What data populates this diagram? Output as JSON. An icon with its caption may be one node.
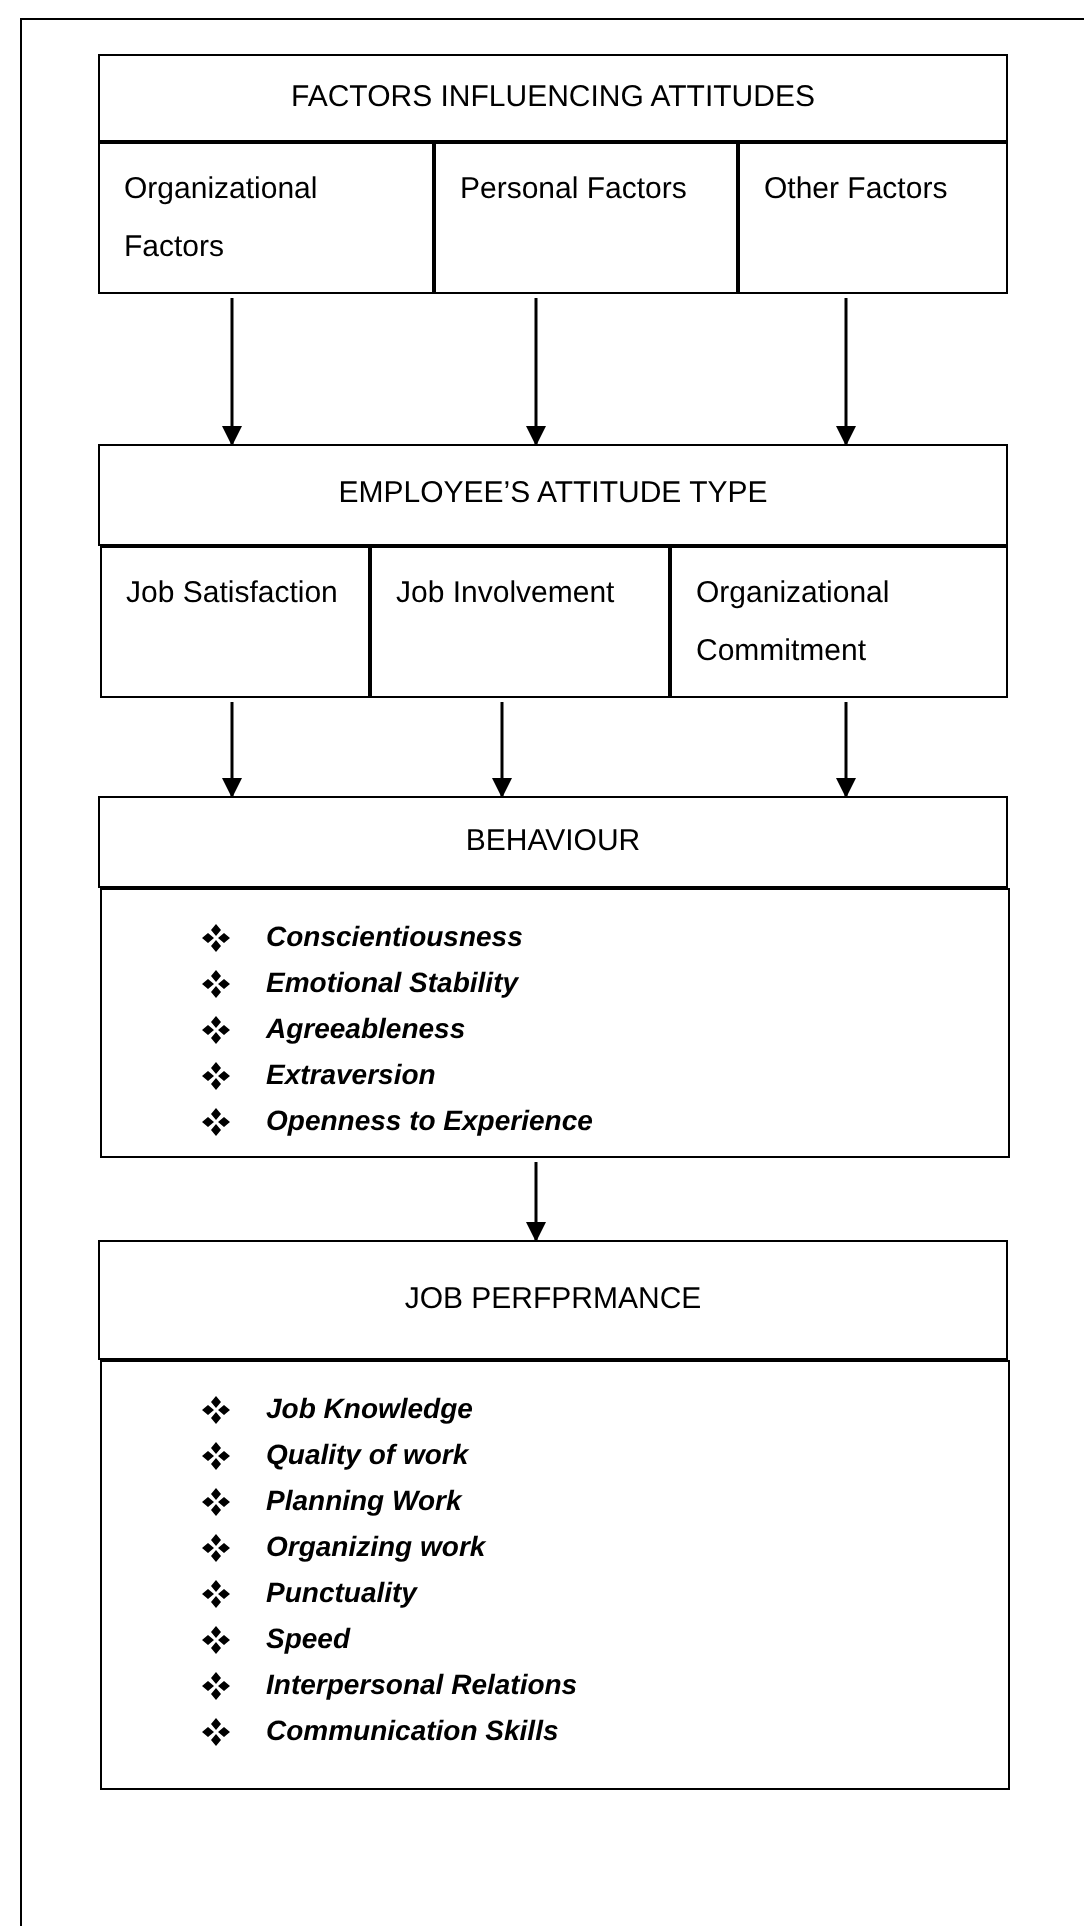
{
  "diagram": {
    "nodes": [
      {
        "text": [
          "FACTORS INFLUENCING ATTITUDES"
        ]
      },
      {
        "text": [
          "Organizational Factors"
        ]
      },
      {
        "text": [
          "Personal Factors"
        ]
      },
      {
        "text": [
          "Other Factors"
        ]
      },
      {
        "text": [
          "EMPLOYEE’S ATTITUDE TYPE"
        ]
      },
      {
        "text": [
          "Job Satisfaction"
        ]
      },
      {
        "text": [
          "Job Involvement"
        ]
      },
      {
        "text": [
          "Organizational Commitment"
        ]
      },
      {
        "text": [
          "BEHAVIOUR"
        ]
      },
      {
        "text": [
          "Conscientiousness",
          "Emotional Stability",
          "Agreeableness",
          "Extraversion",
          "Openness to Experience"
        ]
      },
      {
        "text": [
          "JOB PERFPRMANCE"
        ]
      },
      {
        "text": [
          "Job Knowledge",
          "Quality of work",
          "Planning Work",
          "Organizing work",
          "Punctuality",
          "Speed",
          "Interpersonal Relations",
          "Communication Skills"
        ]
      }
    ],
    "edges": [
      {
        "from": 1,
        "to": 4,
        "arrow": "to"
      },
      {
        "from": 2,
        "to": 4,
        "arrow": "to"
      },
      {
        "from": 3,
        "to": 4,
        "arrow": "to"
      },
      {
        "from": 5,
        "to": 8,
        "arrow": "to"
      },
      {
        "from": 6,
        "to": 8,
        "arrow": "to"
      },
      {
        "from": 7,
        "to": 8,
        "arrow": "to"
      },
      {
        "from": 9,
        "to": 10,
        "arrow": "to"
      }
    ]
  }
}
